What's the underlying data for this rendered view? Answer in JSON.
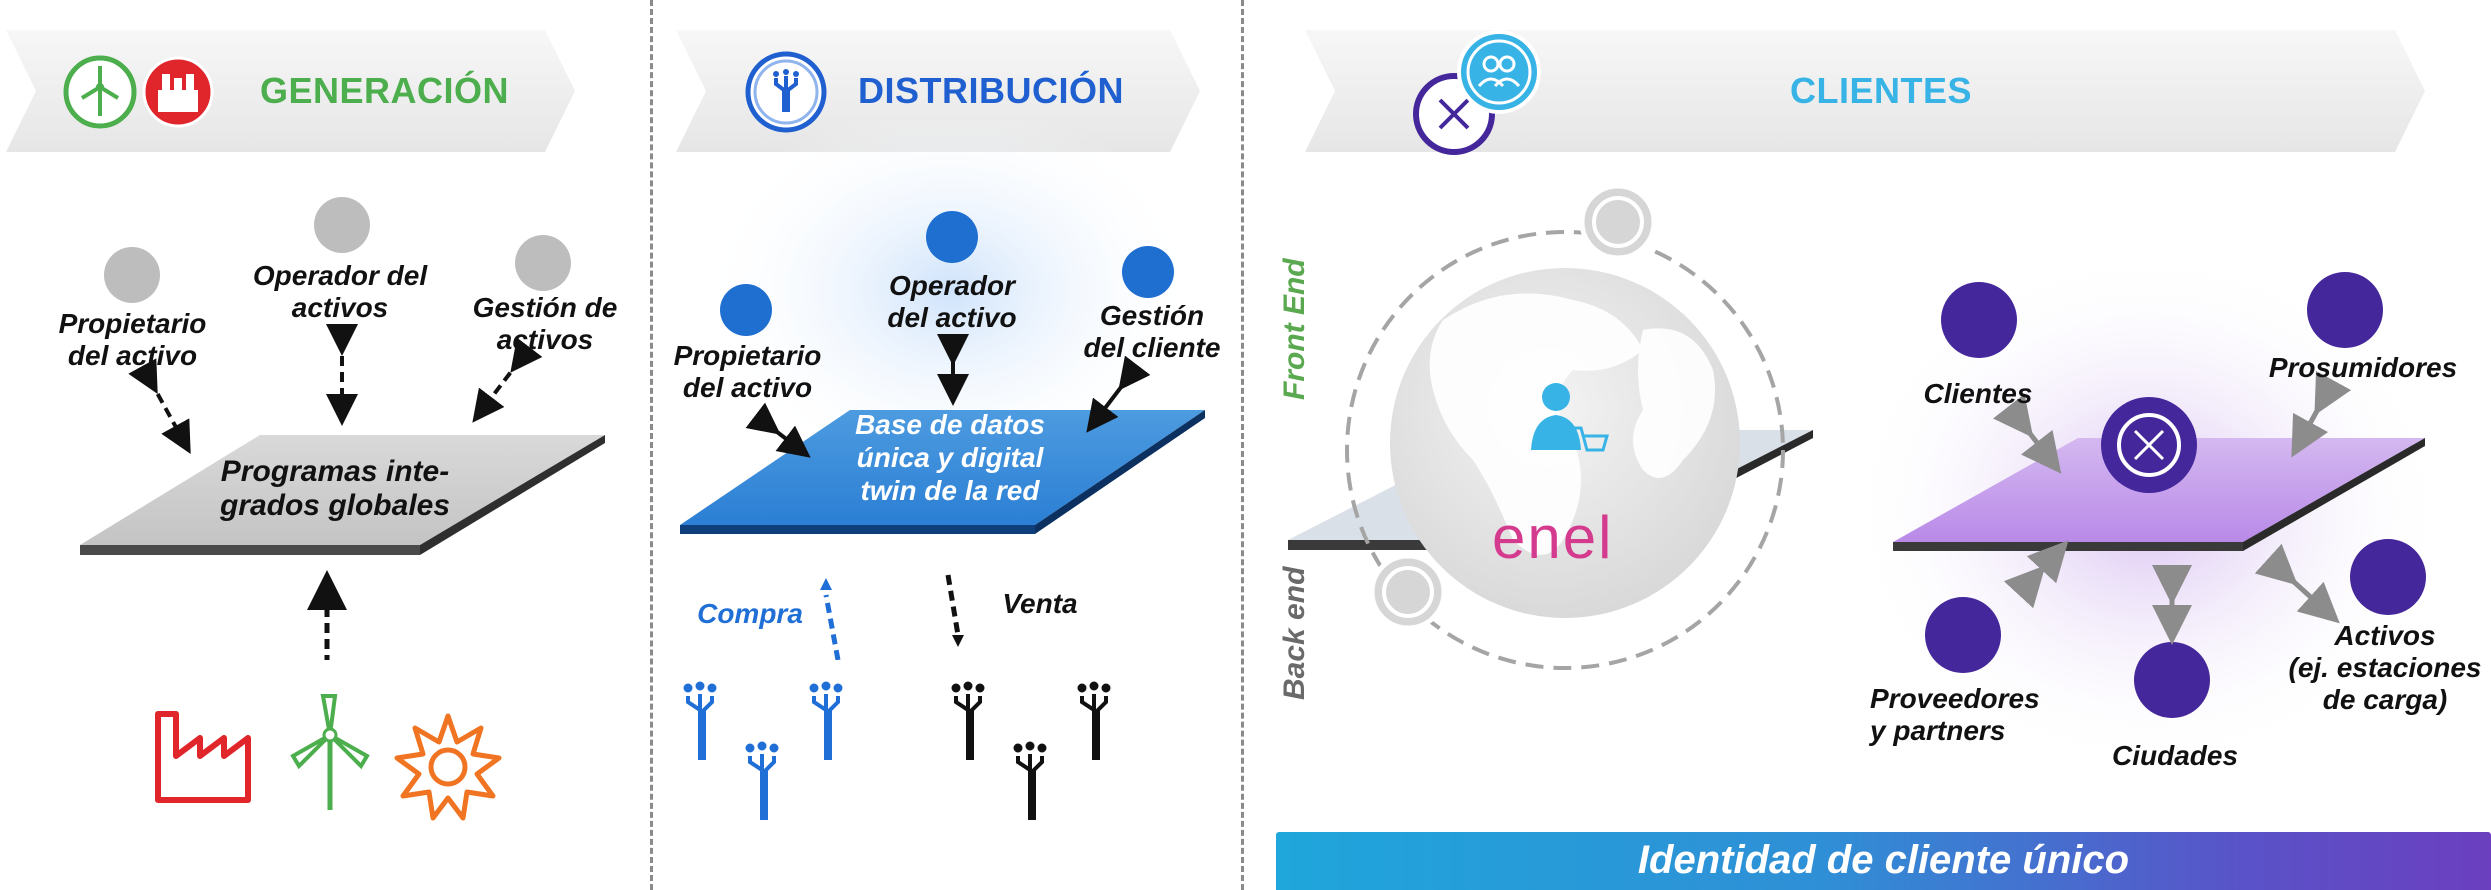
{
  "colors": {
    "generacion": "#4cae4c",
    "distribucion": "#1f5fd0",
    "clientes": "#38b3e6",
    "enel_purple": "#44279a",
    "front_end": "#5aa84f",
    "compra": "#1f6fd6"
  },
  "sections": {
    "generacion": {
      "title": "GENERACIÓN",
      "icons": [
        "wind-turbine-icon",
        "power-plant-icon"
      ],
      "labels": {
        "owner": "Propietario\ndel activo",
        "operator": "Operador del\nactivos",
        "management": "Gestión de\nactivos",
        "platform": "Programas inte-\ngrados globales"
      },
      "sources": [
        "factory-icon",
        "wind-turbine-icon",
        "sun-icon"
      ]
    },
    "distribucion": {
      "title": "DISTRIBUCIÓN",
      "labels": {
        "owner": "Propietario\ndel activo",
        "operator": "Operador\ndel activo",
        "management": "Gestión\ndel cliente",
        "platform": "Base de datos\núnica y digital\ntwin de la red",
        "compra": "Compra",
        "venta": "Venta"
      }
    },
    "clientes": {
      "title": "CLIENTES",
      "front_end": "Front End",
      "back_end": "Back end",
      "enel_logo": "enel",
      "labels": {
        "clientes": "Clientes",
        "prosumidores": "Prosumidores",
        "proveedores": "Proveedores\ny partners",
        "ciudades": "Ciudades",
        "activos": "Activos\n(ej. estaciones\nde carga)"
      },
      "banner": "Identidad de cliente único"
    }
  }
}
